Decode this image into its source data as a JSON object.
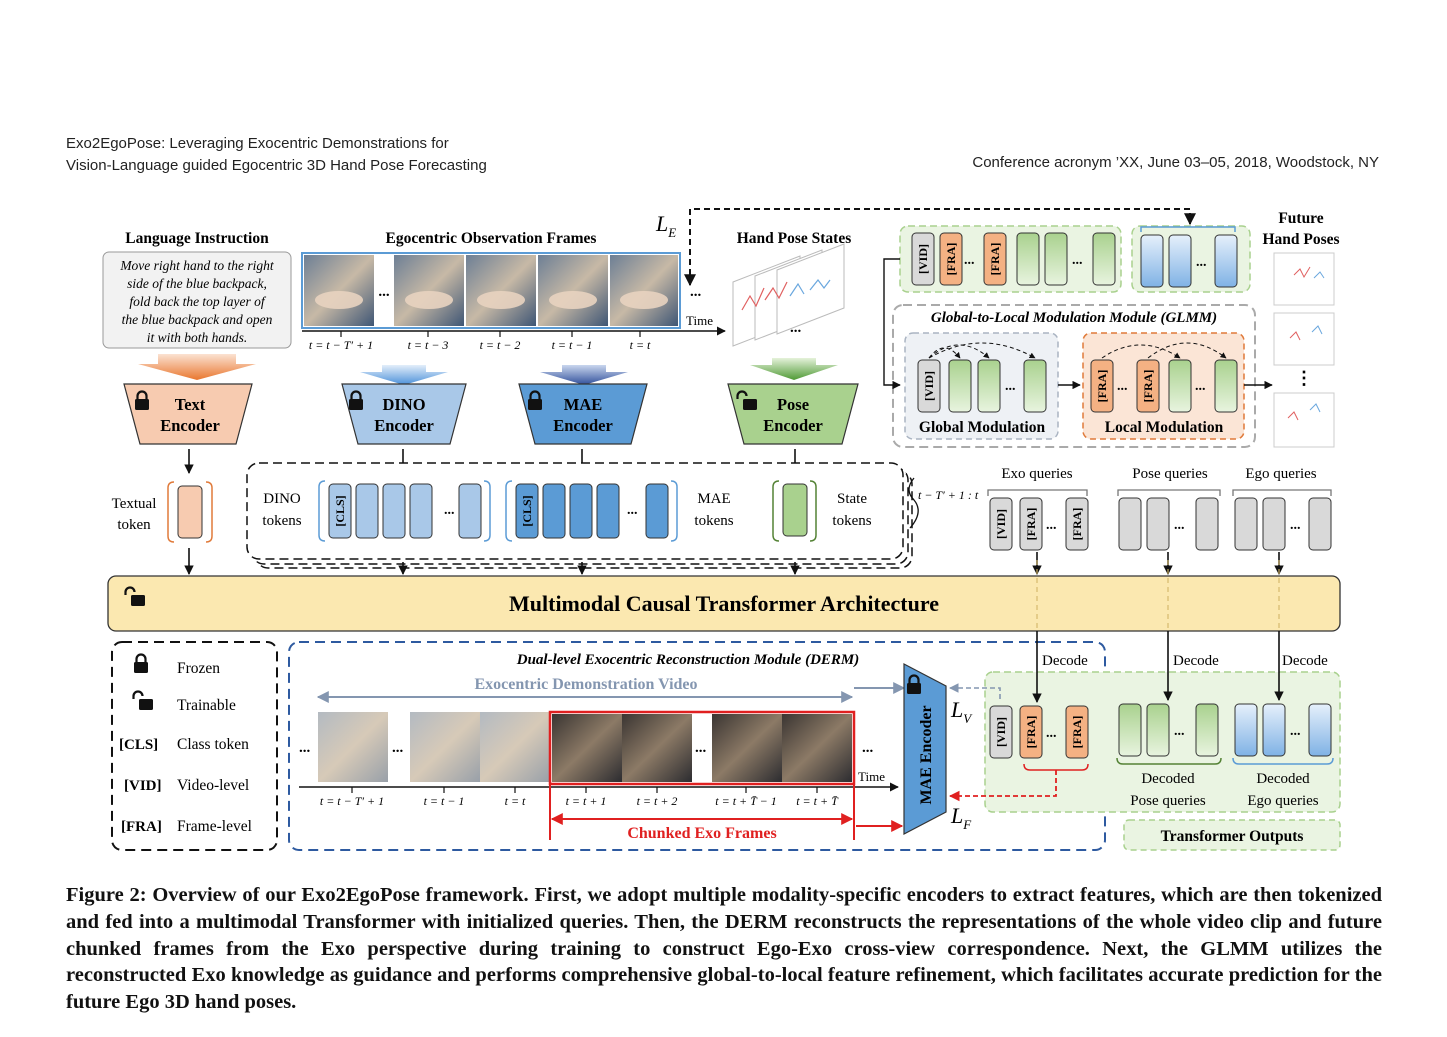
{
  "header": {
    "left_line1": "Exo2EgoPose: Leveraging Exocentric Demonstrations for",
    "left_line2": "Vision-Language guided Egocentric 3D Hand Pose Forecasting",
    "right": "Conference acronym ’XX, June 03–05, 2018, Woodstock, NY"
  },
  "figure": {
    "lang_title": "Language Instruction",
    "lang_lines": [
      "Move right hand to the right",
      "side of the blue backpack,",
      "fold back the top layer of",
      "the blue backpack and open",
      "it with both hands."
    ],
    "ego_title": "Egocentric Observation Frames",
    "pose_title": "Hand Pose States",
    "future_title_1": "Future",
    "future_title_2": "Hand Poses",
    "loss_e": "L",
    "loss_e_sub": "E",
    "time": "Time",
    "ellipsis": "...",
    "vdots": "⋮",
    "ego_times": [
      "t = t − T′ + 1",
      "t = t − 3",
      "t = t − 2",
      "t = t − 1",
      "t = t"
    ],
    "text_enc": [
      "Text",
      "Encoder"
    ],
    "dino_enc": [
      "DINO",
      "Encoder"
    ],
    "mae_enc": [
      "MAE",
      "Encoder"
    ],
    "pose_enc": [
      "Pose",
      "Encoder"
    ],
    "textual_token": [
      "Textual",
      "token"
    ],
    "dino_tokens": [
      "DINO",
      "tokens"
    ],
    "mae_tokens": [
      "MAE",
      "tokens"
    ],
    "state_tokens": [
      "State",
      "tokens"
    ],
    "cls": "[CLS]",
    "vid": "[VID]",
    "fra": "[FRA]",
    "range": "t − T′ + 1 : t",
    "exo_queries": "Exo queries",
    "pose_queries": "Pose queries",
    "ego_queries": "Ego queries",
    "glmm_title": "Global-to-Local Modulation Module (GLMM)",
    "global_mod": "Global Modulation",
    "local_mod": "Local Modulation",
    "transformer": "Multimodal Causal Transformer Architecture",
    "legend": {
      "frozen": "Frozen",
      "trainable": "Trainable",
      "cls_label": "[CLS]",
      "cls_desc": "Class token",
      "vid_label": "[VID]",
      "vid_desc": "Video-level",
      "fra_label": "[FRA]",
      "fra_desc": "Frame-level"
    },
    "derm_title": "Dual-level Exocentric Reconstruction Module (DERM)",
    "exo_video": "Exocentric Demonstration Video",
    "exo_times": [
      "t = t − T′ + 1",
      "t = t − 1",
      "t = t",
      "t = t + 1",
      "t = t + 2",
      "t = t + T̄ − 1",
      "t = t + T̄"
    ],
    "chunked": "Chunked Exo Frames",
    "mae_encoder_vert": "MAE Encoder",
    "loss_v": "L",
    "loss_v_sub": "V",
    "loss_f": "L",
    "loss_f_sub": "F",
    "decode": "Decode",
    "decoded_pose": [
      "Decoded",
      "Pose queries"
    ],
    "decoded_ego": [
      "Decoded",
      "Ego queries"
    ],
    "outputs": "Transformer Outputs"
  },
  "caption": "Figure 2: Overview of our Exo2EgoPose framework. First, we adopt multiple modality-specific encoders to extract features, which are then tokenized and fed into a multimodal Transformer with initialized queries. Then, the DERM reconstructs the representations of the whole video clip and future chunked frames from the Exo perspective during training to construct Ego-Exo cross-view correspondence. Next, the GLMM utilizes the reconstructed Exo knowledge as guidance and performs comprehensive global-to-local feature refinement, which facilitates accurate prediction for the future Ego 3D hand poses.",
  "colors": {
    "orange": "#f7cbb0",
    "orange_dark": "#e07a3a",
    "blue_light": "#a9c8e8",
    "blue_mid": "#5b9bd5",
    "blue_dark": "#2e5aa0",
    "green": "#a9d18e",
    "green_dark": "#548235",
    "yellow": "#fbe8b0",
    "red": "#e02020",
    "gray": "#d9d9d9"
  }
}
